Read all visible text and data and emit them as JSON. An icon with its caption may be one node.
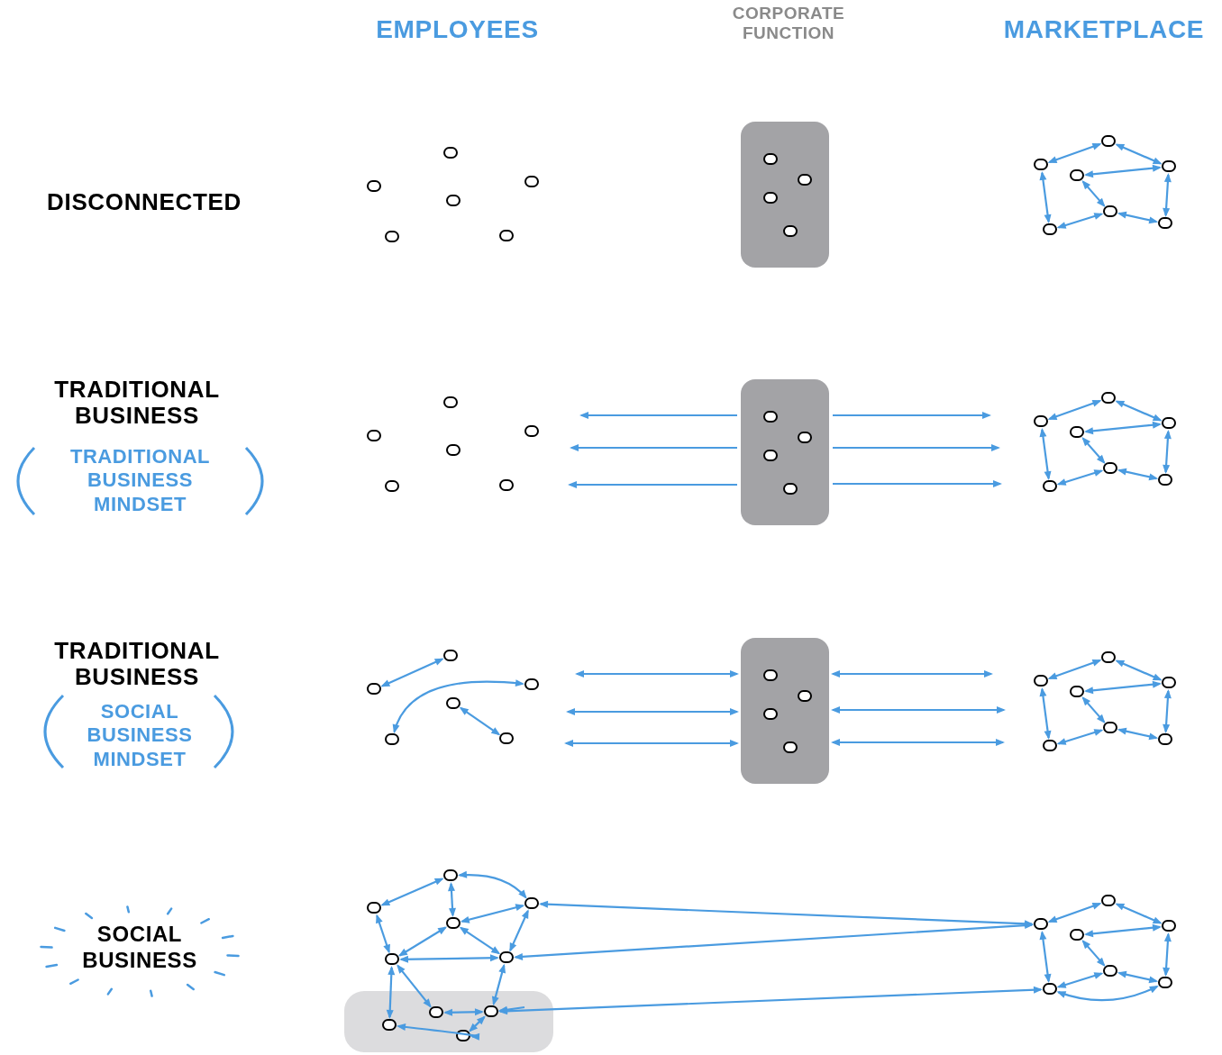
{
  "diagram": {
    "nodes": [
      {
        "text": [],
        "shape": "circle"
      },
      {
        "text": [],
        "shape": "circle"
      },
      {
        "text": [],
        "shape": "circle"
      },
      {
        "text": [],
        "shape": "circle"
      },
      {
        "text": [],
        "shape": "circle"
      },
      {
        "text": [],
        "shape": "circle"
      },
      {
        "text": [],
        "shape": "box"
      },
      {
        "text": [],
        "shape": "circle",
        "in": 6
      },
      {
        "text": [],
        "shape": "circle",
        "in": 6
      },
      {
        "text": [],
        "shape": "circle",
        "in": 6
      },
      {
        "text": [],
        "shape": "circle",
        "in": 6
      },
      {
        "text": [],
        "shape": "circle"
      },
      {
        "text": [],
        "shape": "circle"
      },
      {
        "text": [],
        "shape": "circle"
      },
      {
        "text": [],
        "shape": "circle"
      },
      {
        "text": [],
        "shape": "circle"
      },
      {
        "text": [],
        "shape": "circle"
      },
      {
        "text": [],
        "shape": "circle"
      },
      {
        "text": [],
        "shape": "circle"
      },
      {
        "text": [],
        "shape": "circle"
      },
      {
        "text": [],
        "shape": "circle"
      },
      {
        "text": [],
        "shape": "circle"
      },
      {
        "text": [],
        "shape": "circle"
      },
      {
        "text": [],
        "shape": "circle"
      },
      {
        "text": [],
        "shape": "box"
      },
      {
        "text": [],
        "shape": "circle",
        "in": 24
      },
      {
        "text": [],
        "shape": "circle",
        "in": 24
      },
      {
        "text": [],
        "shape": "circle",
        "in": 24
      },
      {
        "text": [],
        "shape": "circle",
        "in": 24
      },
      {
        "text": [],
        "shape": "circle"
      },
      {
        "text": [],
        "shape": "circle"
      },
      {
        "text": [],
        "shape": "circle"
      },
      {
        "text": [],
        "shape": "circle"
      },
      {
        "text": [],
        "shape": "circle"
      },
      {
        "text": [],
        "shape": "circle"
      },
      {
        "text": [],
        "shape": "circle"
      },
      {
        "text": [],
        "shape": "circle"
      },
      {
        "text": [],
        "shape": "circle"
      },
      {
        "text": [],
        "shape": "circle"
      },
      {
        "text": [],
        "shape": "circle"
      },
      {
        "text": [],
        "shape": "circle"
      },
      {
        "text": [],
        "shape": "circle"
      },
      {
        "text": [],
        "shape": "box"
      },
      {
        "text": [],
        "shape": "circle",
        "in": 42
      },
      {
        "text": [],
        "shape": "circle",
        "in": 42
      },
      {
        "text": [],
        "shape": "circle",
        "in": 42
      },
      {
        "text": [],
        "shape": "circle",
        "in": 42
      },
      {
        "text": [],
        "shape": "circle"
      },
      {
        "text": [],
        "shape": "circle"
      },
      {
        "text": [],
        "shape": "circle"
      },
      {
        "text": [],
        "shape": "circle"
      },
      {
        "text": [],
        "shape": "circle"
      },
      {
        "text": [],
        "shape": "circle"
      },
      {
        "text": [],
        "shape": "circle"
      },
      {
        "text": [],
        "shape": "circle"
      },
      {
        "text": [],
        "shape": "circle"
      },
      {
        "text": [],
        "shape": "circle"
      },
      {
        "text": [],
        "shape": "circle"
      },
      {
        "text": [],
        "shape": "circle"
      },
      {
        "text": [],
        "shape": "circle"
      },
      {
        "text": [],
        "shape": "cloud"
      },
      {
        "text": [],
        "shape": "circle",
        "in": 60
      },
      {
        "text": [],
        "shape": "circle",
        "in": 60
      },
      {
        "text": [],
        "shape": "circle",
        "in": 60
      },
      {
        "text": [],
        "shape": "circle",
        "in": 60
      },
      {
        "text": [],
        "shape": "circle"
      },
      {
        "text": [],
        "shape": "circle"
      },
      {
        "text": [],
        "shape": "circle"
      },
      {
        "text": [],
        "shape": "circle"
      },
      {
        "text": [],
        "shape": "circle"
      },
      {
        "text": [],
        "shape": "circle"
      },
      {
        "text": [],
        "shape": "circle"
      }
    ],
    "edges": [
      {
        "from": 11,
        "to": 12,
        "arrow": "both"
      },
      {
        "from": 11,
        "to": 13,
        "arrow": "both"
      },
      {
        "from": 14,
        "to": 13,
        "arrow": "both"
      },
      {
        "from": 12,
        "to": 16,
        "arrow": "both"
      },
      {
        "from": 13,
        "to": 17,
        "arrow": "both"
      },
      {
        "from": 14,
        "to": 15,
        "arrow": "both"
      },
      {
        "from": 15,
        "to": 16,
        "arrow": "both"
      },
      {
        "from": 15,
        "to": 17,
        "arrow": "both"
      },
      {
        "from": 29,
        "to": 30,
        "arrow": "both"
      },
      {
        "from": 29,
        "to": 31,
        "arrow": "both"
      },
      {
        "from": 32,
        "to": 31,
        "arrow": "both"
      },
      {
        "from": 30,
        "to": 34,
        "arrow": "both"
      },
      {
        "from": 31,
        "to": 35,
        "arrow": "both"
      },
      {
        "from": 32,
        "to": 33,
        "arrow": "both"
      },
      {
        "from": 33,
        "to": 34,
        "arrow": "both"
      },
      {
        "from": 33,
        "to": 35,
        "arrow": "both"
      },
      {
        "from": 24,
        "to": null,
        "arrow": "to"
      },
      {
        "from": 24,
        "to": null,
        "arrow": "to"
      },
      {
        "from": 24,
        "to": null,
        "arrow": "to"
      },
      {
        "from": 24,
        "to": null,
        "arrow": "to"
      },
      {
        "from": 24,
        "to": null,
        "arrow": "to"
      },
      {
        "from": 24,
        "to": null,
        "arrow": "to"
      },
      {
        "from": 47,
        "to": 48,
        "arrow": "both"
      },
      {
        "from": 47,
        "to": 49,
        "arrow": "both"
      },
      {
        "from": 50,
        "to": 49,
        "arrow": "both"
      },
      {
        "from": 48,
        "to": 52,
        "arrow": "both"
      },
      {
        "from": 49,
        "to": 53,
        "arrow": "both"
      },
      {
        "from": 50,
        "to": 51,
        "arrow": "both"
      },
      {
        "from": 51,
        "to": 52,
        "arrow": "both"
      },
      {
        "from": 51,
        "to": 53,
        "arrow": "both"
      },
      {
        "from": 37,
        "to": 36,
        "arrow": "both"
      },
      {
        "from": 40,
        "to": 38,
        "arrow": "both"
      },
      {
        "from": 39,
        "to": 41,
        "arrow": "both"
      },
      {
        "from": 42,
        "to": null,
        "arrow": "both"
      },
      {
        "from": 42,
        "to": null,
        "arrow": "both"
      },
      {
        "from": 42,
        "to": null,
        "arrow": "both"
      },
      {
        "from": 42,
        "to": null,
        "arrow": "both"
      },
      {
        "from": 42,
        "to": null,
        "arrow": "both"
      },
      {
        "from": 42,
        "to": null,
        "arrow": "both"
      },
      {
        "from": 65,
        "to": 66,
        "arrow": "both"
      },
      {
        "from": 65,
        "to": 67,
        "arrow": "both"
      },
      {
        "from": 68,
        "to": 67,
        "arrow": "both"
      },
      {
        "from": 66,
        "to": 70,
        "arrow": "both"
      },
      {
        "from": 67,
        "to": 71,
        "arrow": "both"
      },
      {
        "from": 68,
        "to": 69,
        "arrow": "both"
      },
      {
        "from": 69,
        "to": 70,
        "arrow": "both"
      },
      {
        "from": 69,
        "to": 71,
        "arrow": "both"
      },
      {
        "from": 70,
        "to": 71,
        "arrow": "both"
      },
      {
        "from": 54,
        "to": 55,
        "arrow": "both"
      },
      {
        "from": 54,
        "to": 57,
        "arrow": "both"
      },
      {
        "from": 54,
        "to": 56,
        "arrow": "both"
      },
      {
        "from": 57,
        "to": 56,
        "arrow": "both"
      },
      {
        "from": 55,
        "to": 58,
        "arrow": "both"
      },
      {
        "from": 56,
        "to": 59,
        "arrow": "both"
      },
      {
        "from": 57,
        "to": 58,
        "arrow": "both"
      },
      {
        "from": 57,
        "to": 59,
        "arrow": "both"
      },
      {
        "from": 58,
        "to": 59,
        "arrow": "both"
      },
      {
        "from": 58,
        "to": 61,
        "arrow": "both"
      },
      {
        "from": 58,
        "to": 62,
        "arrow": "both"
      },
      {
        "from": 59,
        "to": 63,
        "arrow": "both"
      },
      {
        "from": 62,
        "to": 63,
        "arrow": "both"
      },
      {
        "from": 61,
        "to": 64,
        "arrow": "both"
      },
      {
        "from": 64,
        "to": 63,
        "arrow": "both"
      },
      {
        "from": null,
        "to": 63,
        "arrow": "to"
      },
      {
        "from": 56,
        "to": 66,
        "arrow": "both"
      },
      {
        "from": 59,
        "to": 66,
        "arrow": "both"
      },
      {
        "from": 63,
        "to": 70,
        "arrow": "both"
      }
    ],
    "labels": [
      "EMPLOYEES",
      "CORPORATE FUNCTION",
      "MARKETPLACE",
      "DISCONNECTED",
      "TRADITIONAL BUSINESS",
      "TRADITIONAL BUSINESS MINDSET",
      "TRADITIONAL BUSINESS",
      "SOCIAL BUSINESS MINDSET",
      "SOCIAL BUSINESS"
    ]
  }
}
